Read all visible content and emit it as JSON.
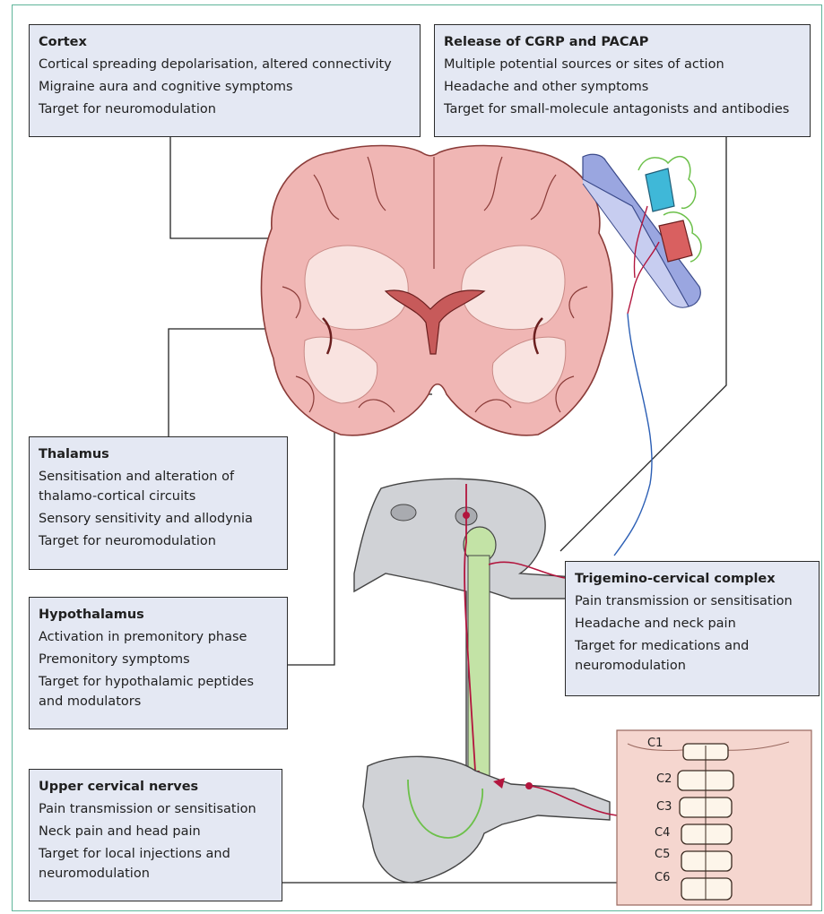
{
  "boxes": {
    "cortex": {
      "title": "Cortex",
      "lines": [
        "Cortical spreading depolarisation, altered connectivity",
        "Migraine aura and cognitive symptoms",
        "Target for neuromodulation"
      ]
    },
    "cgrp": {
      "title": "Release of CGRP and PACAP",
      "lines": [
        "Multiple potential sources or sites of action",
        "Headache and other symptoms",
        "Target for small-molecule antagonists and antibodies"
      ]
    },
    "thalamus": {
      "title": "Thalamus",
      "lines": [
        "Sensitisation and alteration of",
        "thalamo-cortical circuits",
        "Sensory sensitivity and allodynia",
        "Target for neuromodulation"
      ]
    },
    "hypothalamus": {
      "title": "Hypothalamus",
      "lines": [
        "Activation in premonitory phase",
        "Premonitory symptoms",
        "Target for hypothalamic peptides",
        "and modulators"
      ]
    },
    "tcc": {
      "title": "Trigemino-cervical complex",
      "lines": [
        "Pain transmission or sensitisation",
        "Headache and neck pain",
        "Target for medications and",
        "neuromodulation"
      ]
    },
    "ucn": {
      "title": "Upper cervical nerves",
      "lines": [
        "Pain transmission or sensitisation",
        "Neck pain and head pain",
        "Target for local injections and",
        "neuromodulation"
      ]
    }
  },
  "vertebra_labels": [
    "C1",
    "C2",
    "C3",
    "C4",
    "C5",
    "C6"
  ],
  "colors": {
    "box_fill": "#e4e8f3",
    "brain_fill": "#f0b6b4",
    "brain_white": "#f9e3e0",
    "nerve_red": "#b2163e",
    "vessel_blue": "#9aa6e0",
    "green": "#6cc04a",
    "cyan": "#3fb8d8",
    "frame": "#5fb59a"
  }
}
